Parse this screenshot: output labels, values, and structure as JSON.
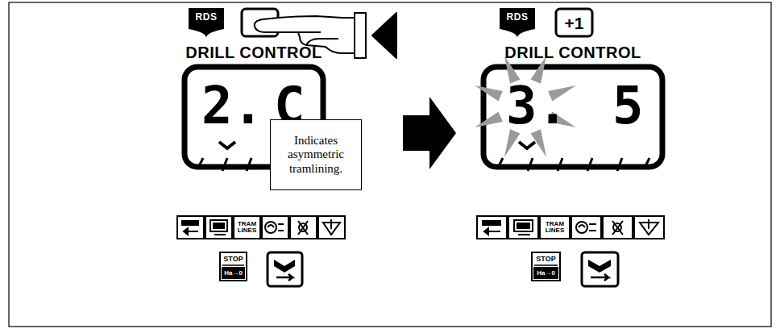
{
  "diagram": {
    "nodes": [
      {
        "text": [
          "Indicates asymmetric tramlining."
        ]
      }
    ],
    "labels": [
      "RDS",
      "+",
      "DRILL CONTROL",
      "2.",
      "C",
      "TRAM LINES",
      "STOP",
      "Ha→0",
      "RDS",
      "+1",
      "DRILL CONTROL",
      "3.",
      "5",
      "TRAM LINES",
      "STOP",
      "Ha→0"
    ]
  }
}
